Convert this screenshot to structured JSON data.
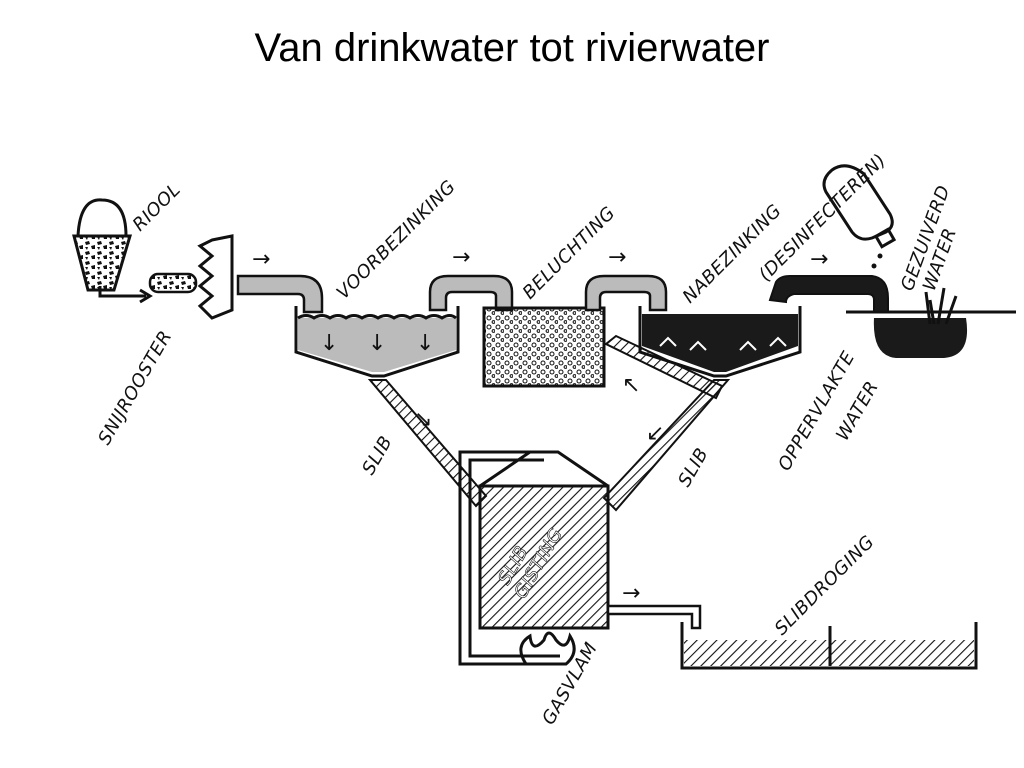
{
  "page": {
    "title": "Van drinkwater tot rivierwater"
  },
  "labels": {
    "riool": "RIOOL",
    "snijrooster": "SNIJROOSTER",
    "voorbezinking": "VOORBEZINKING",
    "beluchting": "BELUCHTING",
    "nabezinking": "NABEZINKING",
    "desinfecteren": "(DESINFECTEREN)",
    "gezuiverd": "GEZUIVERD",
    "water_top": "WATER",
    "oppervlakte": "OPPERVLAKTE",
    "water_bottom": "WATER",
    "slib_left": "SLIB",
    "slib_right": "SLIB",
    "slib_gisting_1": "SLIB",
    "slib_gisting_2": "GISTING",
    "slibdroging": "SLIBDROGING",
    "gasvlam": "GASVLAM"
  },
  "glyphs": {
    "arrow_right": "→",
    "arrow_down": "↓",
    "arrow_sw": "↙",
    "arrow_nw": "↖",
    "arrow_se": "↘"
  },
  "colors": {
    "ink": "#111111",
    "water_gray": "#b8b8b8",
    "dark": "#1a1a1a"
  }
}
